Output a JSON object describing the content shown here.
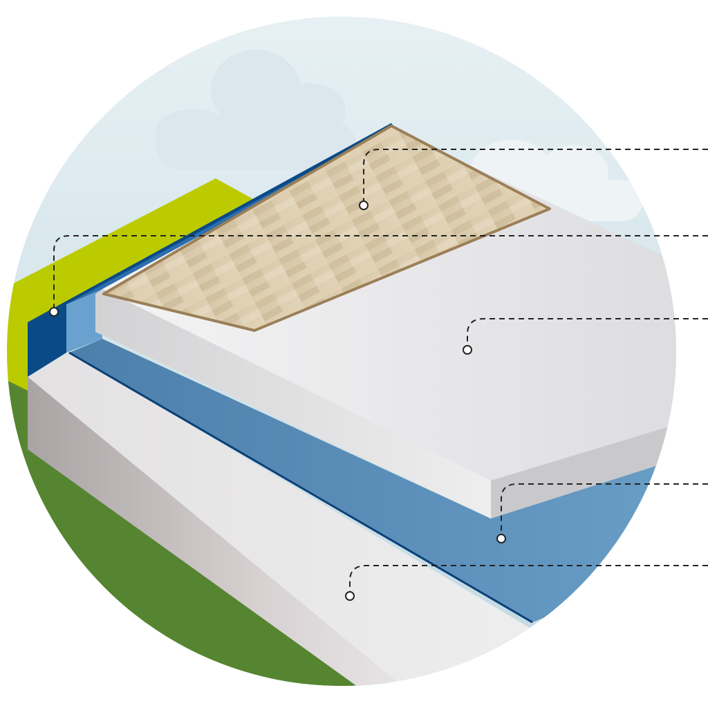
{
  "colors": {
    "background": "#ffffff",
    "sky": "#cfe2ea",
    "cloud": "#dde9ee",
    "grass": "#558530",
    "yellow_green_wall": "#bccb00",
    "waterproofing_blue": "#5b8fb8",
    "edge_dark_blue": "#0a4a86",
    "screed_grey": "#e6e6e8",
    "insulation_grey": "#cbc6c8",
    "parquet": "#d8c8a8",
    "leader_line": "#222222",
    "marker_fill": "#ffffff"
  },
  "layers": [
    {
      "name": "parquet-flooring"
    },
    {
      "name": "edge-insulation-strip"
    },
    {
      "name": "screed-slab"
    },
    {
      "name": "waterproofing-membrane"
    },
    {
      "name": "insulation-base"
    }
  ]
}
